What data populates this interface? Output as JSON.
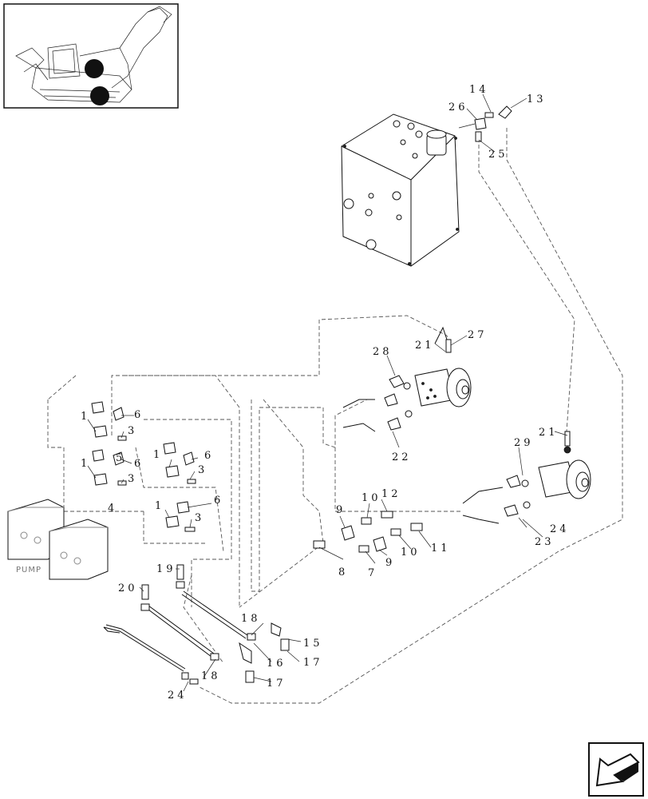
{
  "labels": {
    "n1a": "1",
    "n1b": "1",
    "n1c": "1",
    "n1d": "1",
    "n3a": "3",
    "n3b": "3",
    "n3c": "3",
    "n3d": "3",
    "n4": "4",
    "n5": "5",
    "n6a": "6",
    "n6b": "6",
    "n6c": "6",
    "n6d": "6",
    "n7": "7",
    "n8": "8",
    "n9a": "9",
    "n9b": "9",
    "n10a": "10",
    "n10b": "10",
    "n11": "11",
    "n12": "12",
    "n13": "13",
    "n14": "14",
    "n15": "15",
    "n16a": "16",
    "n17a": "17",
    "n17b": "17",
    "n18a": "18",
    "n18b": "18",
    "n19": "19",
    "n20": "20",
    "n21a": "21",
    "n21b": "21",
    "n22": "22",
    "n23": "23",
    "n24a": "24",
    "n24b": "24",
    "n25": "25",
    "n26": "26",
    "n27": "27",
    "n28": "28",
    "n29": "29"
  },
  "pump_label": "PUMP",
  "icons": {
    "thumbnail": "harvester-locator-icon",
    "nav": "next-page-arrow-icon"
  }
}
